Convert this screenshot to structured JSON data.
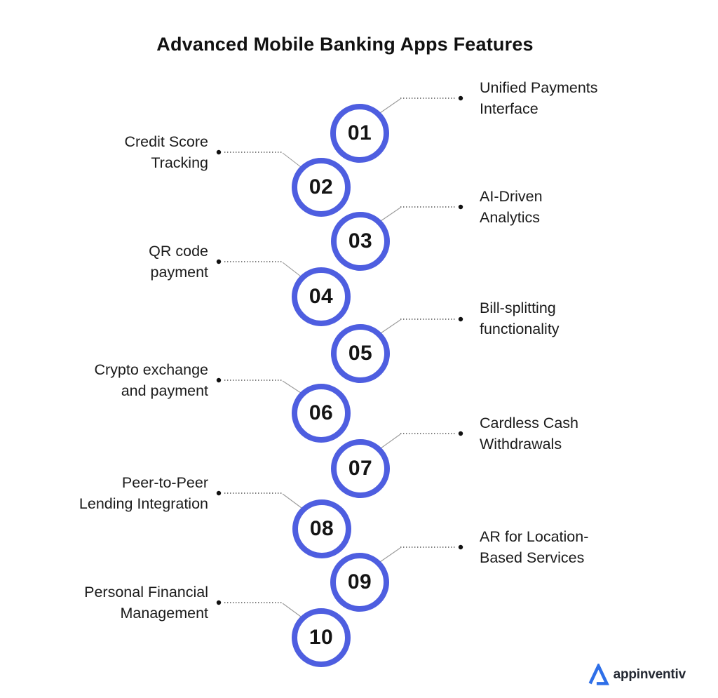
{
  "title": "Advanced Mobile Banking Apps Features",
  "features": [
    {
      "number": "01",
      "side": "right",
      "label": "Unified Payments Interface",
      "line1": "Unified Payments",
      "line2": "Interface"
    },
    {
      "number": "02",
      "side": "left",
      "label": "Credit Score Tracking",
      "line1": "Credit Score",
      "line2": "Tracking"
    },
    {
      "number": "03",
      "side": "right",
      "label": "AI-Driven Analytics",
      "line1": "AI-Driven",
      "line2": "Analytics"
    },
    {
      "number": "04",
      "side": "left",
      "label": "QR code payment",
      "line1": "QR code",
      "line2": "payment"
    },
    {
      "number": "05",
      "side": "right",
      "label": "Bill-splitting functionality",
      "line1": "Bill-splitting",
      "line2": "functionality"
    },
    {
      "number": "06",
      "side": "left",
      "label": "Crypto exchange and payment",
      "line1": "Crypto exchange",
      "line2": "and payment"
    },
    {
      "number": "07",
      "side": "right",
      "label": "Cardless Cash Withdrawals",
      "line1": "Cardless Cash",
      "line2": "Withdrawals"
    },
    {
      "number": "08",
      "side": "left",
      "label": "Peer-to-Peer Lending Integration",
      "line1": "Peer-to-Peer",
      "line2": "Lending Integration"
    },
    {
      "number": "09",
      "side": "right",
      "label": "AR for Location-Based Services",
      "line1": "AR for Location-",
      "line2": "Based Services"
    },
    {
      "number": "10",
      "side": "left",
      "label": "Personal Financial Management",
      "line1": "Personal Financial",
      "line2": "Management"
    }
  ],
  "logo": {
    "text": "appinventiv"
  },
  "colors": {
    "circle_ring": "#4e5ee0",
    "number_text": "#141414",
    "label_text": "#1b1b1b",
    "connector": "#2e2e2e",
    "logo_blue": "#2e6fe8",
    "background": "#ffffff"
  }
}
